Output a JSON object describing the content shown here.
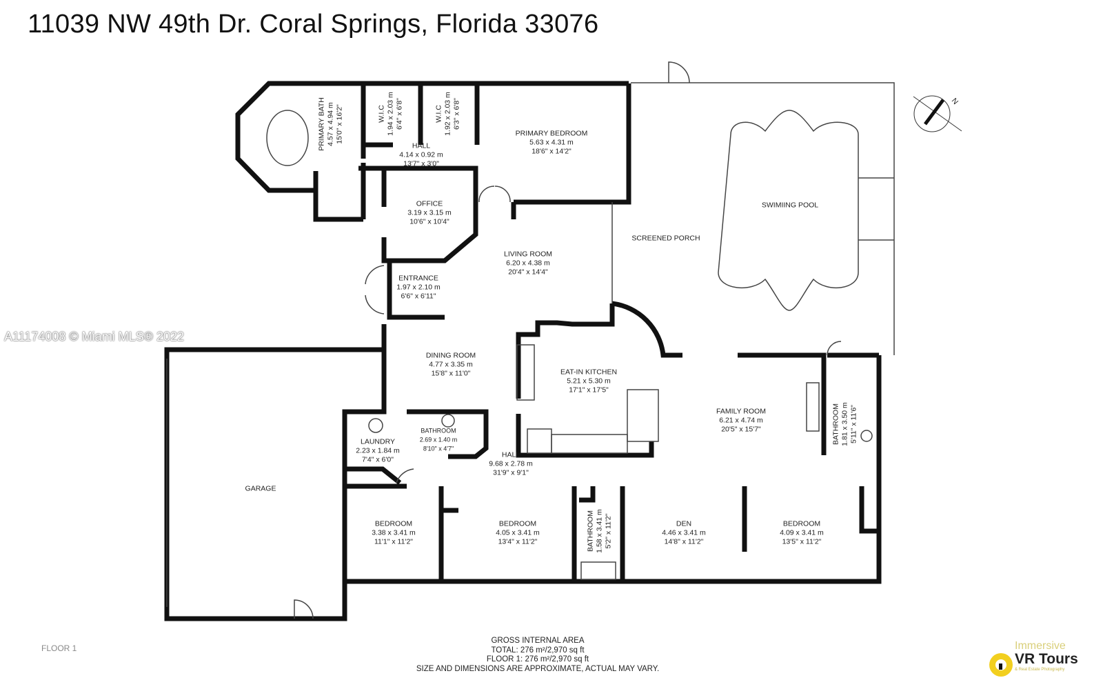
{
  "title": "11039 NW 49th Dr. Coral Springs, Florida 33076",
  "watermark": "A11174008 © Miami MLS® 2022",
  "floor_label": "FLOOR 1",
  "rooms": {
    "primary_bath": {
      "name": "PRIMARY BATH",
      "metric": "4.57 x 4.94 m",
      "imperial": "15'0\" x 16'2\""
    },
    "wic1": {
      "name": "W.I.C",
      "metric": "1.94 x 2.03 m",
      "imperial": "6'4\" x 6'8\""
    },
    "wic2": {
      "name": "W.I.C",
      "metric": "1.92 x 2.03 m",
      "imperial": "6'3\" x 6'8\""
    },
    "hall_top": {
      "name": "HALL",
      "metric": "4.14 x 0.92 m",
      "imperial": "13'7\" x 3'0\""
    },
    "primary_bedroom": {
      "name": "PRIMARY BEDROOM",
      "metric": "5.63 x 4.31 m",
      "imperial": "18'6\" x 14'2\""
    },
    "office": {
      "name": "OFFICE",
      "metric": "3.19 x 3.15 m",
      "imperial": "10'6\" x 10'4\""
    },
    "living_room": {
      "name": "LIVING ROOM",
      "metric": "6.20 x 4.38 m",
      "imperial": "20'4\" x 14'4\""
    },
    "screened_porch": {
      "name": "SCREENED PORCH"
    },
    "pool": {
      "name": "SWIMIING POOL"
    },
    "entrance": {
      "name": "ENTRANCE",
      "metric": "1.97 x 2.10 m",
      "imperial": "6'6\" x 6'11\""
    },
    "dining_room": {
      "name": "DINING ROOM",
      "metric": "4.77 x 3.35 m",
      "imperial": "15'8\" x 11'0\""
    },
    "kitchen": {
      "name": "EAT-IN KITCHEN",
      "metric": "5.21 x 5.30 m",
      "imperial": "17'1\" x 17'5\""
    },
    "family_room": {
      "name": "FAMILY ROOM",
      "metric": "6.21 x 4.74 m",
      "imperial": "20'5\" x 15'7\""
    },
    "bathroom_right": {
      "name": "BATHROOM",
      "metric": "1.81 x 3.50 m",
      "imperial": "5'11\" x 11'6\""
    },
    "laundry": {
      "name": "LAUNDRY",
      "metric": "2.23 x 1.84 m",
      "imperial": "7'4\" x 6'0\""
    },
    "bathroom_mid": {
      "name": "BATHROOM",
      "metric": "2.69 x 1.40 m",
      "imperial": "8'10\" x 4'7\""
    },
    "hall_main": {
      "name": "HALL",
      "metric": "9.68 x 2.78 m",
      "imperial": "31'9\" x 9'1\""
    },
    "garage": {
      "name": "GARAGE"
    },
    "bedroom1": {
      "name": "BEDROOM",
      "metric": "3.38 x 3.41 m",
      "imperial": "11'1\" x 11'2\""
    },
    "bedroom2": {
      "name": "BEDROOM",
      "metric": "4.05 x 3.41 m",
      "imperial": "13'4\" x 11'2\""
    },
    "bathroom_low": {
      "name": "BATHROOM",
      "metric": "1.58 x 3.41 m",
      "imperial": "5'2\" x 11'2\""
    },
    "den": {
      "name": "DEN",
      "metric": "4.46 x 3.41 m",
      "imperial": "14'8\" x 11'2\""
    },
    "bedroom3": {
      "name": "BEDROOM",
      "metric": "4.09 x 3.41 m",
      "imperial": "13'5\" x 11'2\""
    }
  },
  "gross_area": {
    "heading": "GROSS INTERNAL AREA",
    "total": "TOTAL: 276 m²/2,970 sq ft",
    "floor1": "FLOOR 1: 276 m²/2,970 sq ft",
    "disclaimer": "SIZE AND DIMENSIONS ARE APPROXIMATE, ACTUAL MAY VARY."
  },
  "logo": {
    "line1": "Immersive",
    "line2": "VR Tours",
    "line3": "& Real Estate Photography"
  },
  "compass_label": "N",
  "colors": {
    "wall": "#111111",
    "logo_yellow": "#f2cf1f"
  }
}
